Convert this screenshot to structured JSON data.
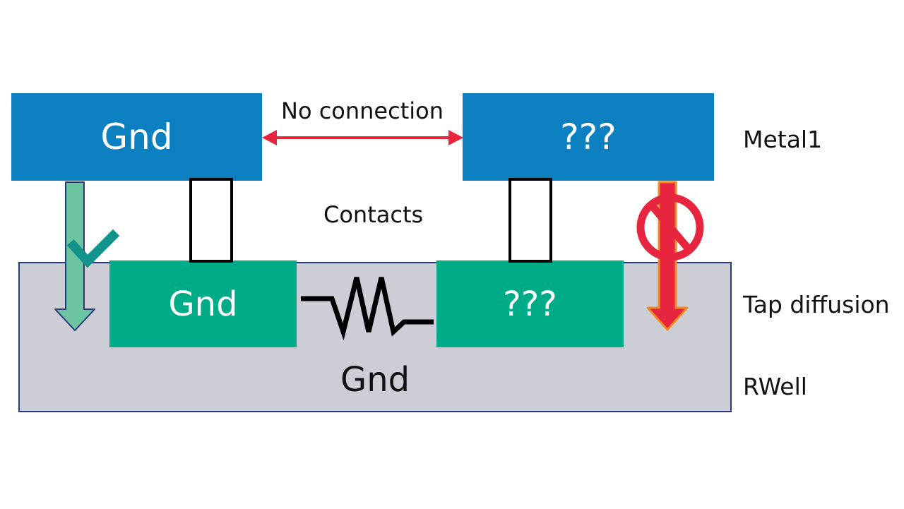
{
  "blocks": {
    "metal_left": "Gnd",
    "metal_right": "???",
    "tap_left": "Gnd",
    "tap_right": "???",
    "rwell_center": "Gnd"
  },
  "annotations": {
    "no_connection": "No connection",
    "contacts": "Contacts"
  },
  "layers": {
    "metal1": "Metal1",
    "tap_diffusion": "Tap diffusion",
    "rwell": "RWell"
  },
  "colors": {
    "metal": "#0b7fc0",
    "tap": "#00ab88",
    "rwell": "#cdcdd5",
    "rwell_border": "#2b3a7a",
    "no_connection_arrow": "#e8253f",
    "good_arrow": "#6cc5a0",
    "check": "#11928a",
    "bad_arrow": "#e8253f",
    "bad_arrow_outline": "#f08a24",
    "prohibited_symbol": "#e8253f"
  },
  "icons": {
    "check": "check-icon",
    "prohibited": "prohibited-icon",
    "resistor": "resistor-icon"
  }
}
